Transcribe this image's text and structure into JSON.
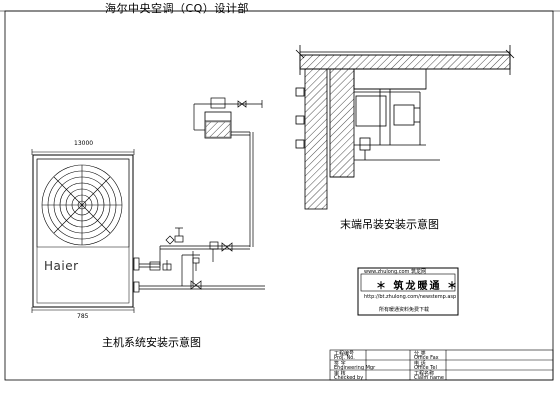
{
  "header": {
    "title": "海尔中央空调（CQ）设计部"
  },
  "unit": {
    "brand": "Haier",
    "dim_top": "13000",
    "dim_bottom": "785"
  },
  "captions": {
    "main_unit": "主机系统安装示意图",
    "terminal": "末端吊装安装示意图"
  },
  "stamp": {
    "site": "www.zhulong.com 筑龙网",
    "name": "＊ 筑龙暖通 ＊",
    "url": "http://bt.zhulong.com/newstemp.asp",
    "note": "所有暖通资料免费下载"
  },
  "title_block": {
    "r1c1": "工程编号",
    "r1c1_en": "Proj. No.",
    "r1c3": "分 类",
    "r1c3_en": "Office Fax",
    "r2c1": "签 字",
    "r2c1_en": "Engineering Mgr",
    "r2c3": "电 话",
    "r2c3_en": "Office Tel",
    "r3c1": "审 核",
    "r3c1_en": "Checked by",
    "r3c3": "工程名称",
    "r3c3_en": "Claim name"
  }
}
